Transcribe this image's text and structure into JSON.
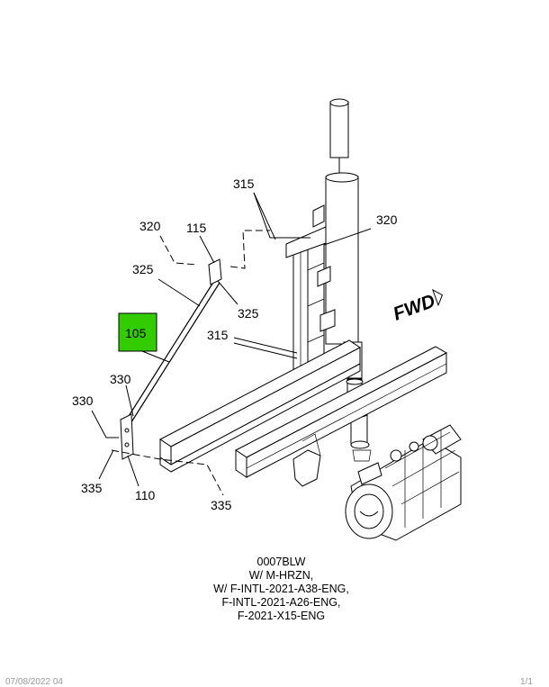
{
  "accent_color": "#33cc00",
  "callouts": {
    "c315_top": "315",
    "c320_right": "320",
    "c320_left": "320",
    "c115": "115",
    "c325_left": "325",
    "c325_right": "325",
    "c105": "105",
    "c315_mid": "315",
    "c330_upper": "330",
    "c330_left": "330",
    "c335_left": "335",
    "c110": "110",
    "c335_bottom": "335"
  },
  "fwd_label": "FWD",
  "notes": [
    "0007BLW",
    "W/ M-HRZN,",
    "W/ F-INTL-2021-A38-ENG,",
    "F-INTL-2021-A26-ENG,",
    "F-2021-X15-ENG"
  ],
  "footer": {
    "left": "07/08/2022 04",
    "right": "1/1"
  }
}
